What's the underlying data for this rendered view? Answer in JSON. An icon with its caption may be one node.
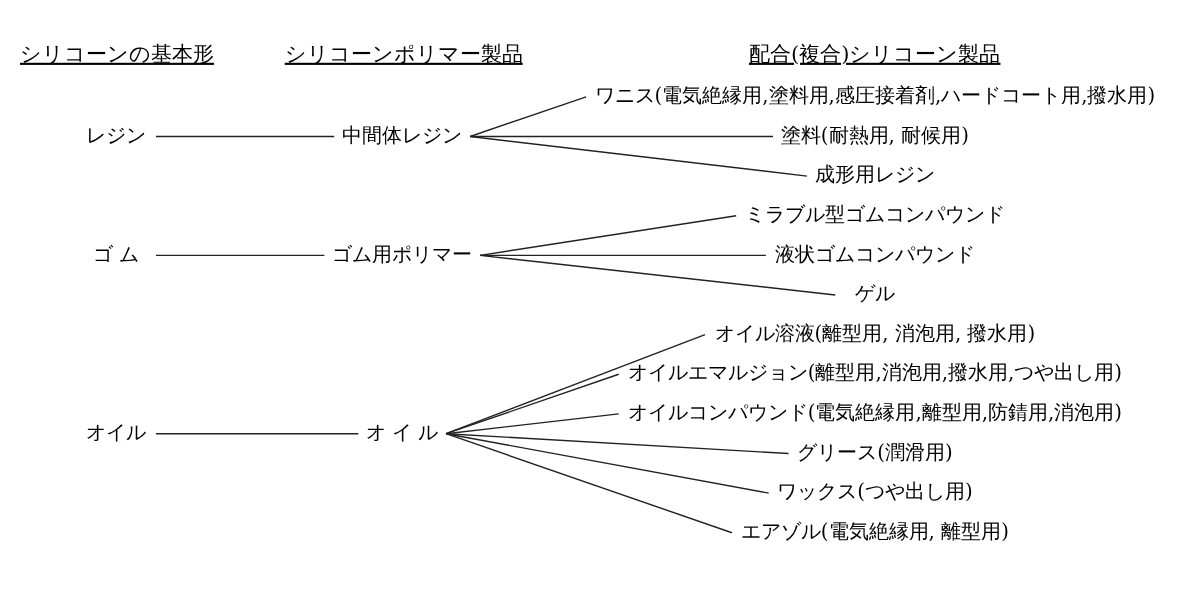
{
  "diagram": {
    "nodes": [
      {
        "text": [
          "オイル"
        ]
      },
      {
        "text": [
          "オ イ ル"
        ]
      },
      {
        "text": [
          "オイル溶液(離型用, 消泡用, 撥水用)"
        ]
      },
      {
        "text": [
          "オイルエマルジョン(離型用,消泡用,撥水用,つや出し用)"
        ]
      },
      {
        "text": [
          "オイルコンパウンド(電気絶縁用,離型用,防錆用,消泡用)"
        ]
      },
      {
        "text": [
          "グリース(潤滑用)"
        ]
      },
      {
        "text": [
          "ワックス(つや出し用)"
        ]
      },
      {
        "text": [
          "エアゾル(電気絶縁用, 離型用)"
        ]
      },
      {
        "text": [
          "ゴ ム"
        ]
      },
      {
        "text": [
          "ゴム用ポリマー"
        ]
      },
      {
        "text": [
          "ミラブル型ゴムコンパウンド"
        ]
      },
      {
        "text": [
          "液状ゴムコンパウンド"
        ]
      },
      {
        "text": [
          "ゲル"
        ]
      },
      {
        "text": [
          "レジン"
        ]
      },
      {
        "text": [
          "中間体レジン"
        ]
      },
      {
        "text": [
          "ワニス(電気絶縁用,塗料用,感圧接着剤,ハードコート用,撥水用)"
        ]
      },
      {
        "text": [
          "塗料(耐熱用, 耐候用)"
        ]
      },
      {
        "text": [
          "成形用レジン"
        ]
      }
    ],
    "edges": [
      {
        "from": 0,
        "to": 1,
        "arrow": "none"
      },
      {
        "from": 1,
        "to": 2,
        "arrow": "none"
      },
      {
        "from": 1,
        "to": 3,
        "arrow": "none"
      },
      {
        "from": 1,
        "to": 4,
        "arrow": "none"
      },
      {
        "from": 1,
        "to": 5,
        "arrow": "none"
      },
      {
        "from": 1,
        "to": 6,
        "arrow": "none"
      },
      {
        "from": 1,
        "to": 7,
        "arrow": "none"
      },
      {
        "from": 8,
        "to": 9,
        "arrow": "none"
      },
      {
        "from": 9,
        "to": 10,
        "arrow": "none"
      },
      {
        "from": 9,
        "to": 11,
        "arrow": "none"
      },
      {
        "from": 9,
        "to": 12,
        "arrow": "none"
      },
      {
        "from": 13,
        "to": 14,
        "arrow": "none"
      },
      {
        "from": 14,
        "to": 15,
        "arrow": "none"
      },
      {
        "from": 14,
        "to": 16,
        "arrow": "none"
      },
      {
        "from": 14,
        "to": 17,
        "arrow": "none"
      }
    ],
    "labels": [
      "シリコーンの基本形",
      "シリコーンポリマー製品",
      "配合(複合)シリコーン製品"
    ]
  }
}
